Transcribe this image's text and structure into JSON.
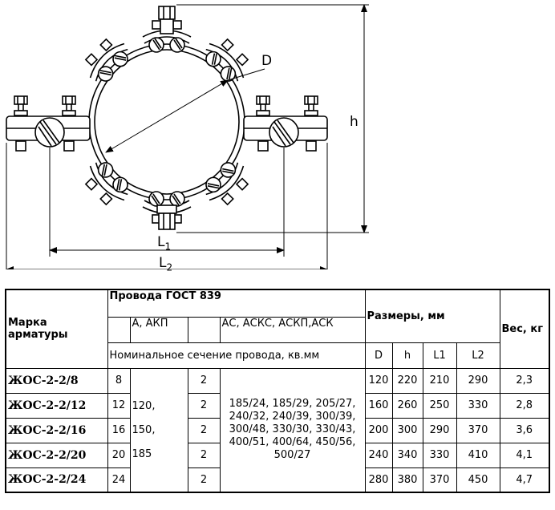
{
  "drawing": {
    "labels": {
      "d": "D",
      "h": "h",
      "l1": "L1",
      "l2": "L2"
    }
  },
  "table": {
    "header": {
      "mark": "Марка арматуры",
      "wires_gost": "Провода ГОСТ 839",
      "wire_type_1": "А, АКП",
      "wire_type_2": "АС, АСКС, АСКП,АСК",
      "nominal_section": "Номинальное сечение провода, кв.мм",
      "dims": "Размеры, мм",
      "weight": "Вес, кг",
      "d": "D",
      "h": "h",
      "l1": "L1",
      "l2": "L2"
    },
    "a_sections": "120,\n\n150,\n\n185",
    "as_sections": "185/24, 185/29, 205/27, 240/32, 240/39, 300/39, 300/48, 330/30, 330/43, 400/51, 400/64, 450/56, 500/27",
    "rows": [
      {
        "mark": "ЖОС-2-2/8",
        "n": "8",
        "count": "2",
        "d": "120",
        "h": "220",
        "l1": "210",
        "l2": "290",
        "w": "2,3"
      },
      {
        "mark": "ЖОС-2-2/12",
        "n": "12",
        "count": "2",
        "d": "160",
        "h": "260",
        "l1": "250",
        "l2": "330",
        "w": "2,8"
      },
      {
        "mark": "ЖОС-2-2/16",
        "n": "16",
        "count": "2",
        "d": "200",
        "h": "300",
        "l1": "290",
        "l2": "370",
        "w": "3,6"
      },
      {
        "mark": "ЖОС-2-2/20",
        "n": "20",
        "count": "2",
        "d": "240",
        "h": "340",
        "l1": "330",
        "l2": "410",
        "w": "4,1"
      },
      {
        "mark": "ЖОС-2-2/24",
        "n": "24",
        "count": "2",
        "d": "280",
        "h": "380",
        "l1": "370",
        "l2": "450",
        "w": "4,7"
      }
    ]
  }
}
